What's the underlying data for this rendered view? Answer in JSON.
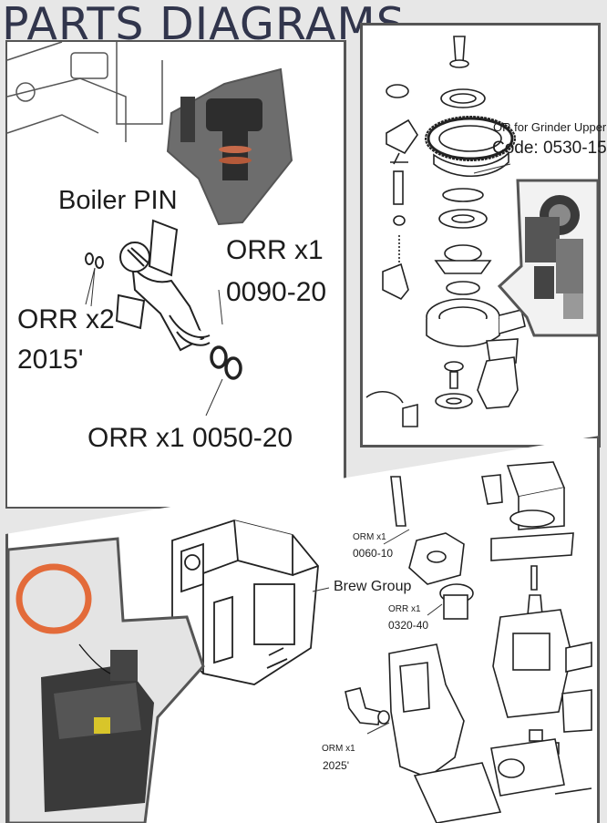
{
  "title": "PARTS DIAGRAMS",
  "panel1": {
    "boiler_pin": "Boiler PIN",
    "orr_x2": "ORR x2",
    "orr_x2_code": "2015'",
    "orr_x1_upper": "ORR x1",
    "orr_x1_upper_code": "0090-20",
    "orr_x1_lower": "ORR x1 0050-20"
  },
  "panel2": {
    "grinder_label": "OR for Grinder Upper",
    "grinder_code": "Code: 0530-15"
  },
  "panel3": {
    "brew_group": "Brew Group",
    "orm1_label": "ORM x1",
    "orm1_code": "0060-10",
    "orr_label": "ORR x1",
    "orr_code": "0320-40",
    "orm2_label": "ORM x1",
    "orm2_code": "2025'"
  }
}
